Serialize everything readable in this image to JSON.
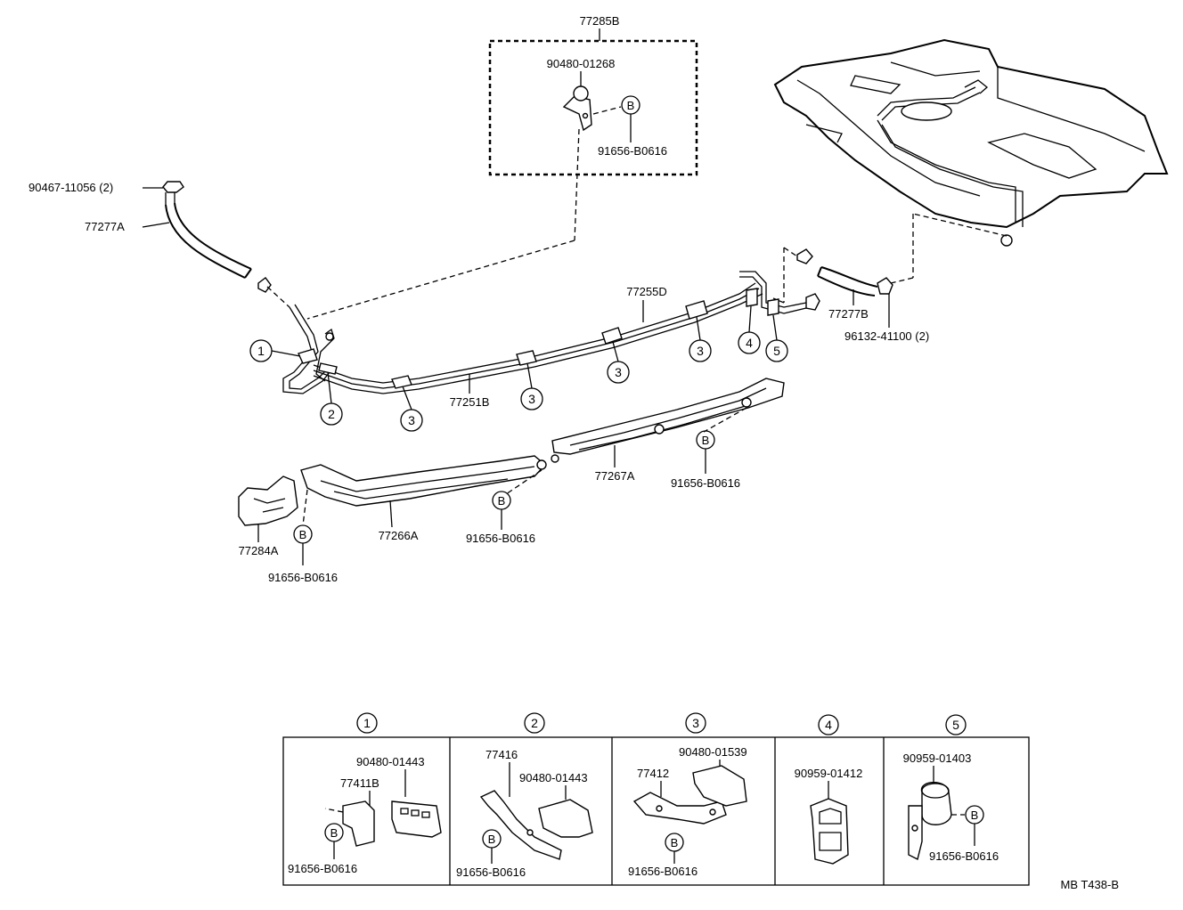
{
  "labels": {
    "p77285B": "77285B",
    "p90480_01268": "90480-01268",
    "p91656_B0616_top": "91656-B0616",
    "p90467_11056": "90467-11056 (2)",
    "p77277A": "77277A",
    "p77255D": "77255D",
    "p77277B": "77277B",
    "p96132_41100": "96132-41100 (2)",
    "p77251B": "77251B",
    "p77267A": "77267A",
    "p91656_B0616_r": "91656-B0616",
    "p77266A": "77266A",
    "p91656_B0616_m": "91656-B0616",
    "p77284A": "77284A",
    "p91656_B0616_l": "91656-B0616",
    "code": "MB T438-B"
  },
  "callouts": {
    "c1": "1",
    "c2": "2",
    "c3a": "3",
    "c3b": "3",
    "c3c": "3",
    "c3d": "3",
    "c4": "4",
    "c5": "5",
    "b": "B"
  },
  "table": {
    "headers": [
      "1",
      "2",
      "3",
      "4",
      "5"
    ],
    "cell1": {
      "a": "90480-01443",
      "b": "77411B",
      "c": "91656-B0616"
    },
    "cell2": {
      "a": "77416",
      "b": "90480-01443",
      "c": "91656-B0616"
    },
    "cell3": {
      "a": "90480-01539",
      "b": "77412",
      "c": "91656-B0616"
    },
    "cell4": {
      "a": "90959-01412"
    },
    "cell5": {
      "a": "90959-01403",
      "c": "91656-B0616"
    }
  }
}
